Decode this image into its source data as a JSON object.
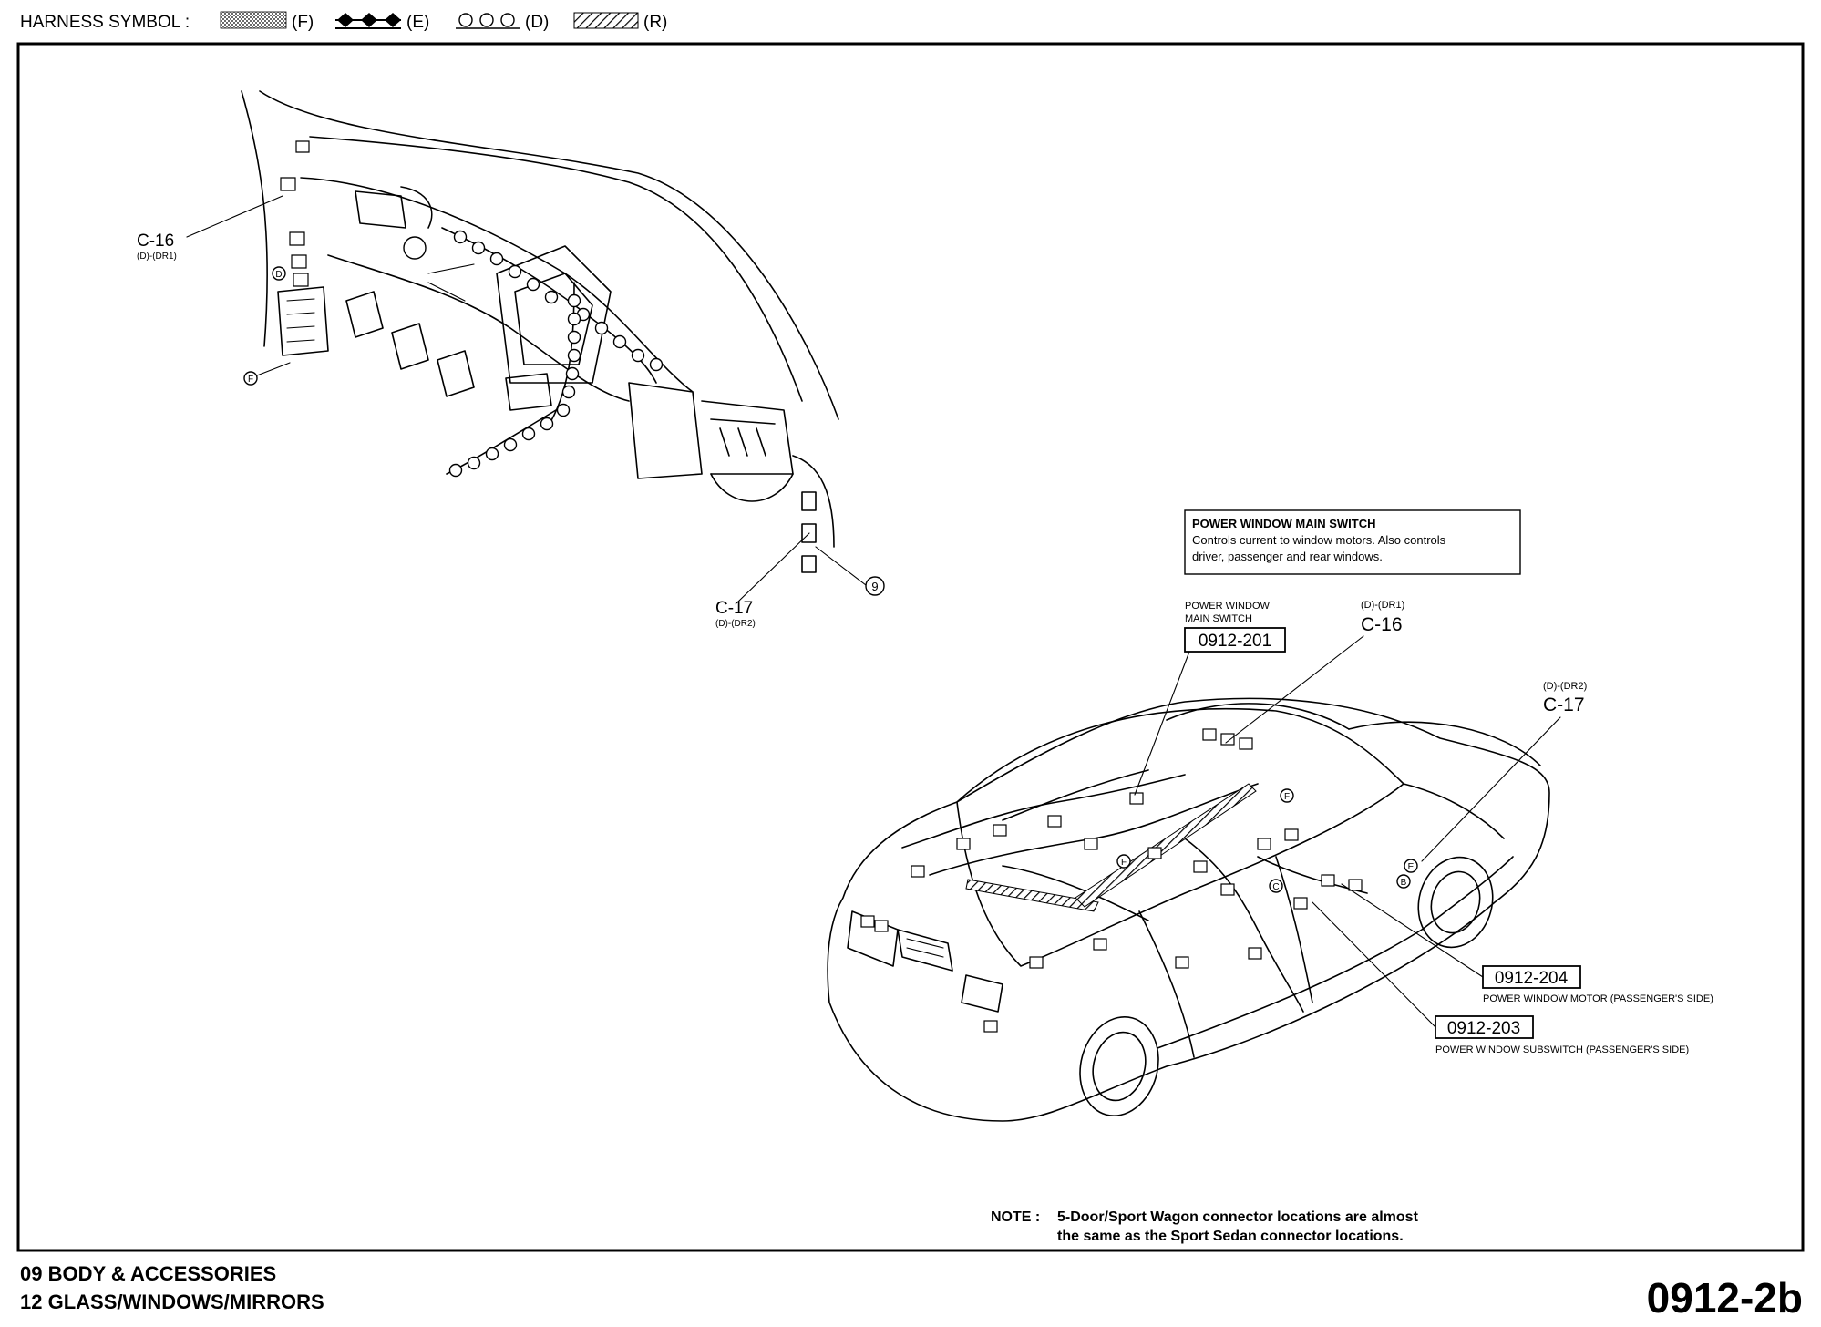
{
  "legend": {
    "prefix": "HARNESS SYMBOL :",
    "items": [
      {
        "symbol": "dotted-fill",
        "code": "(F)"
      },
      {
        "symbol": "diamonds",
        "code": "(E)"
      },
      {
        "symbol": "circles",
        "code": "(D)"
      },
      {
        "symbol": "hatched",
        "code": "(R)"
      }
    ]
  },
  "dash_view": {
    "c16": {
      "label": "C-16",
      "sub": "(D)-(DR1)"
    },
    "c17": {
      "label": "C-17",
      "sub": "(D)-(DR2)"
    },
    "marker_f": "F",
    "marker_d": "D",
    "marker_9": "9"
  },
  "info_box": {
    "title": "POWER WINDOW MAIN SWITCH",
    "line1": "Controls current to window motors. Also controls",
    "line2": "driver, passenger and rear windows."
  },
  "car_view": {
    "main_switch": {
      "line1": "POWER WINDOW",
      "line2": "MAIN SWITCH",
      "code": "0912-201"
    },
    "c16": {
      "sub": "(D)-(DR1)",
      "label": "C-16"
    },
    "c17": {
      "sub": "(D)-(DR2)",
      "label": "C-17"
    },
    "motor": {
      "code": "0912-204",
      "desc": "POWER WINDOW MOTOR (PASSENGER'S SIDE)"
    },
    "subswitch": {
      "code": "0912-203",
      "desc": "POWER WINDOW SUBSWITCH (PASSENGER'S SIDE)"
    },
    "markers": [
      "F",
      "E",
      "B",
      "C",
      "F"
    ]
  },
  "note": {
    "prefix": "NOTE :",
    "line1": "5-Door/Sport Wagon connector locations are almost",
    "line2": "the same as the Sport Sedan connector locations."
  },
  "footer": {
    "line1": "09  BODY & ACCESSORIES",
    "line2": "12  GLASS/WINDOWS/MIRRORS",
    "page": "0912-2b"
  }
}
